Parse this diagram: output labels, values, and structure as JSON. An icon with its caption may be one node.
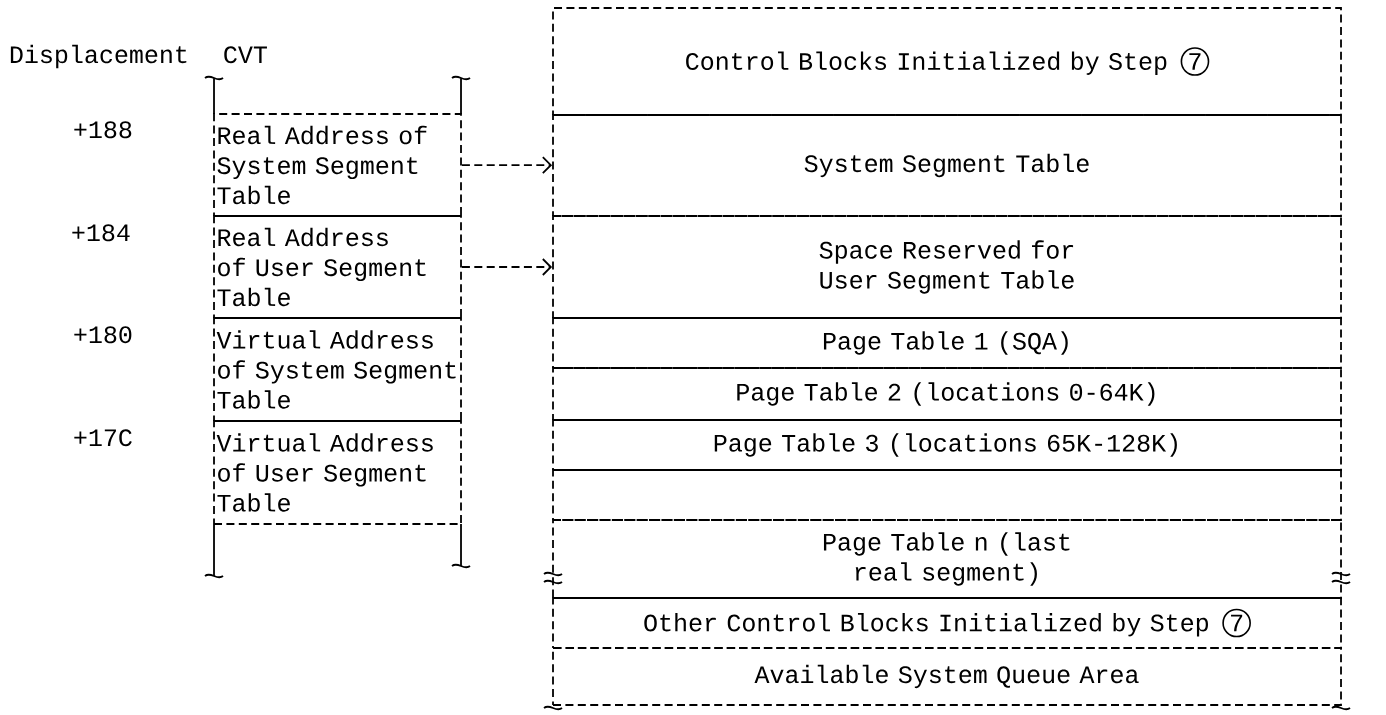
{
  "diagram": {
    "nodes": [
      {
        "text": [
          "Real Address of System Segment Table"
        ]
      },
      {
        "text": [
          "Real Address of User Segment Table"
        ]
      },
      {
        "text": [
          "Virtual Address of System Segment Table"
        ]
      },
      {
        "text": [
          "Virtual Address of User Segment Table"
        ]
      },
      {
        "text": [
          "Control Blocks Initialized by Step",
          "7"
        ]
      },
      {
        "text": [
          "System Segment Table"
        ]
      },
      {
        "text": [
          "Space Reserved for User Segment Table"
        ]
      },
      {
        "text": [
          "Page Table 1 (SQA)"
        ]
      },
      {
        "text": [
          "Page Table 2 (locations 0-64K)"
        ]
      },
      {
        "text": [
          "Page Table 3 (locations 65K-128K)"
        ]
      },
      {
        "text": [],
        "shape": "box"
      },
      {
        "text": [
          "Page Table n (last real segment)"
        ]
      },
      {
        "text": [
          "Other Control Blocks Initialized by Step",
          "7"
        ]
      },
      {
        "text": [
          "Available System Queue Area"
        ]
      }
    ],
    "edges": [
      {
        "from": 0,
        "to": 5,
        "arrow": "to",
        "style": "dashed"
      },
      {
        "from": 1,
        "to": 6,
        "arrow": "to",
        "style": "dashed"
      }
    ],
    "labels": [
      "Displacement",
      "CVT",
      "+188",
      "+184",
      "+180",
      "+17C"
    ]
  }
}
